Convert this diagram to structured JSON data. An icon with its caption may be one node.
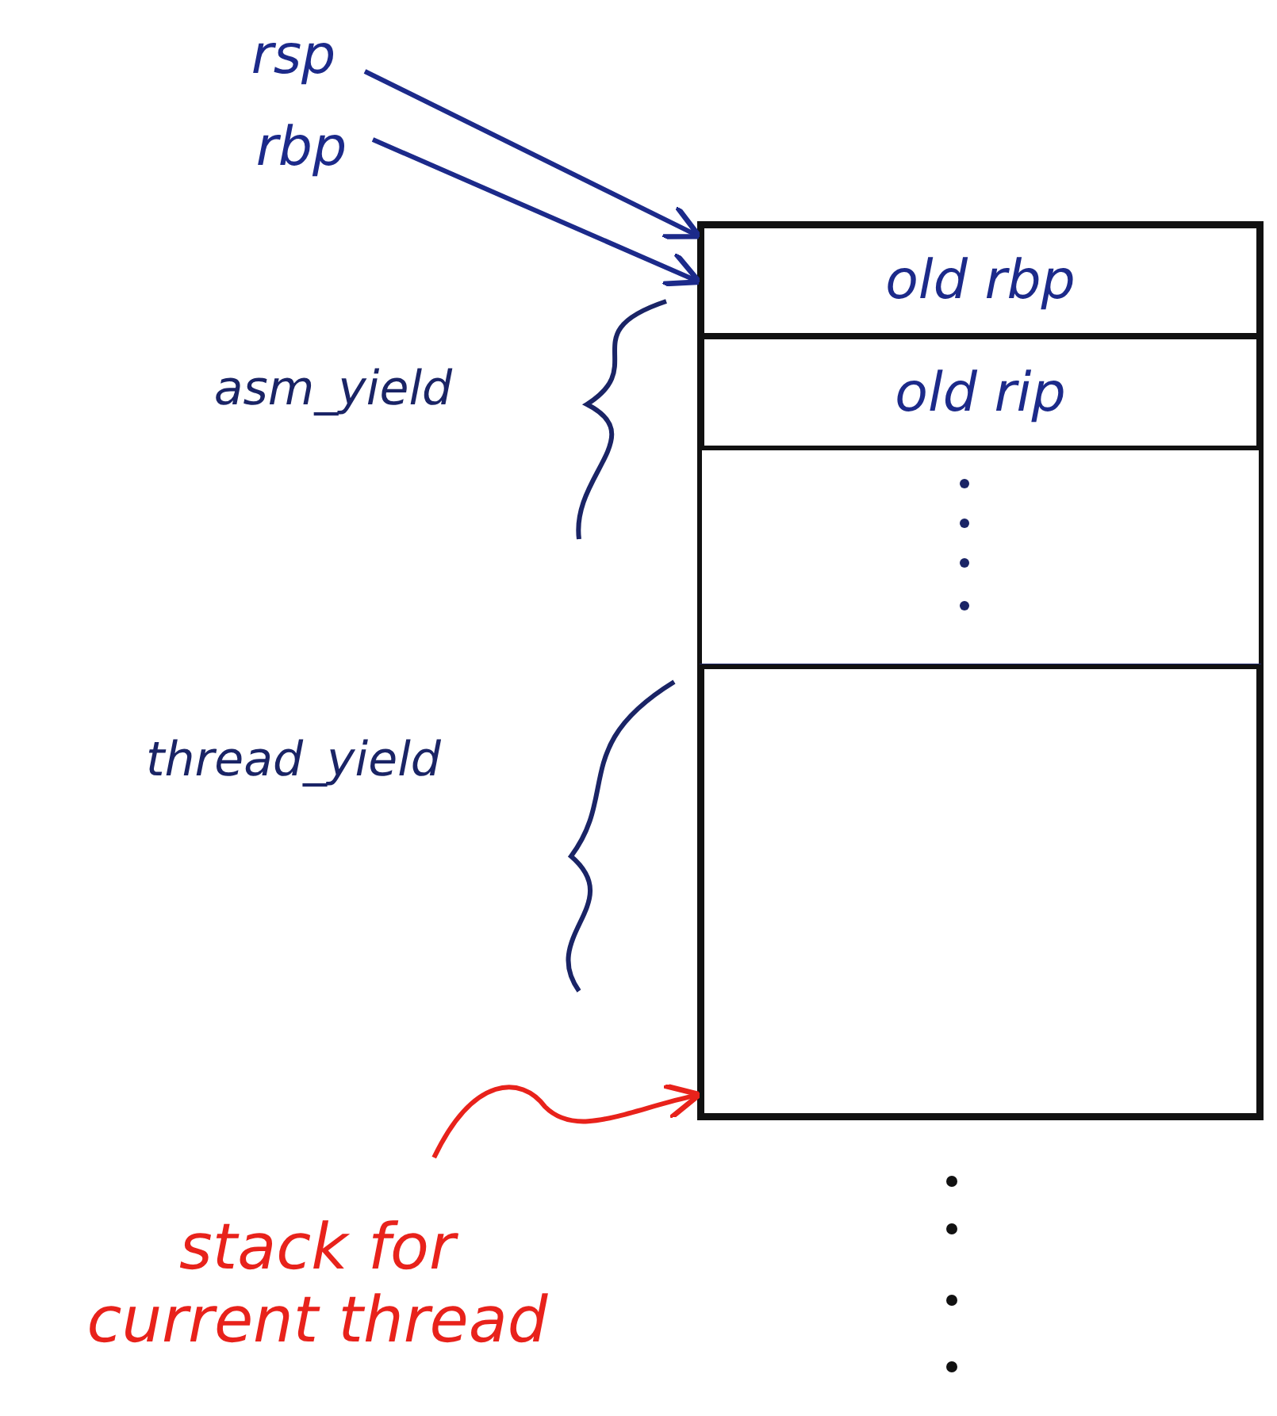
{
  "diagram": {
    "nodes": [
      {
        "text": [
          "rsp"
        ]
      },
      {
        "text": [
          "rbp"
        ]
      },
      {
        "text": [
          "old rbp"
        ]
      },
      {
        "text": [
          "old rip"
        ]
      },
      {
        "text": [
          "stack for current thread"
        ]
      },
      {
        "text": [],
        "shape": "box"
      }
    ],
    "edges": [
      {
        "from": 0,
        "to": 2,
        "arrow": "to"
      },
      {
        "from": 1,
        "to": 2,
        "arrow": "to"
      },
      {
        "from": 4,
        "to": 5,
        "arrow": "to",
        "color": "#e8221b"
      }
    ],
    "labels": [
      "asm_yield",
      "thread_yield"
    ]
  }
}
